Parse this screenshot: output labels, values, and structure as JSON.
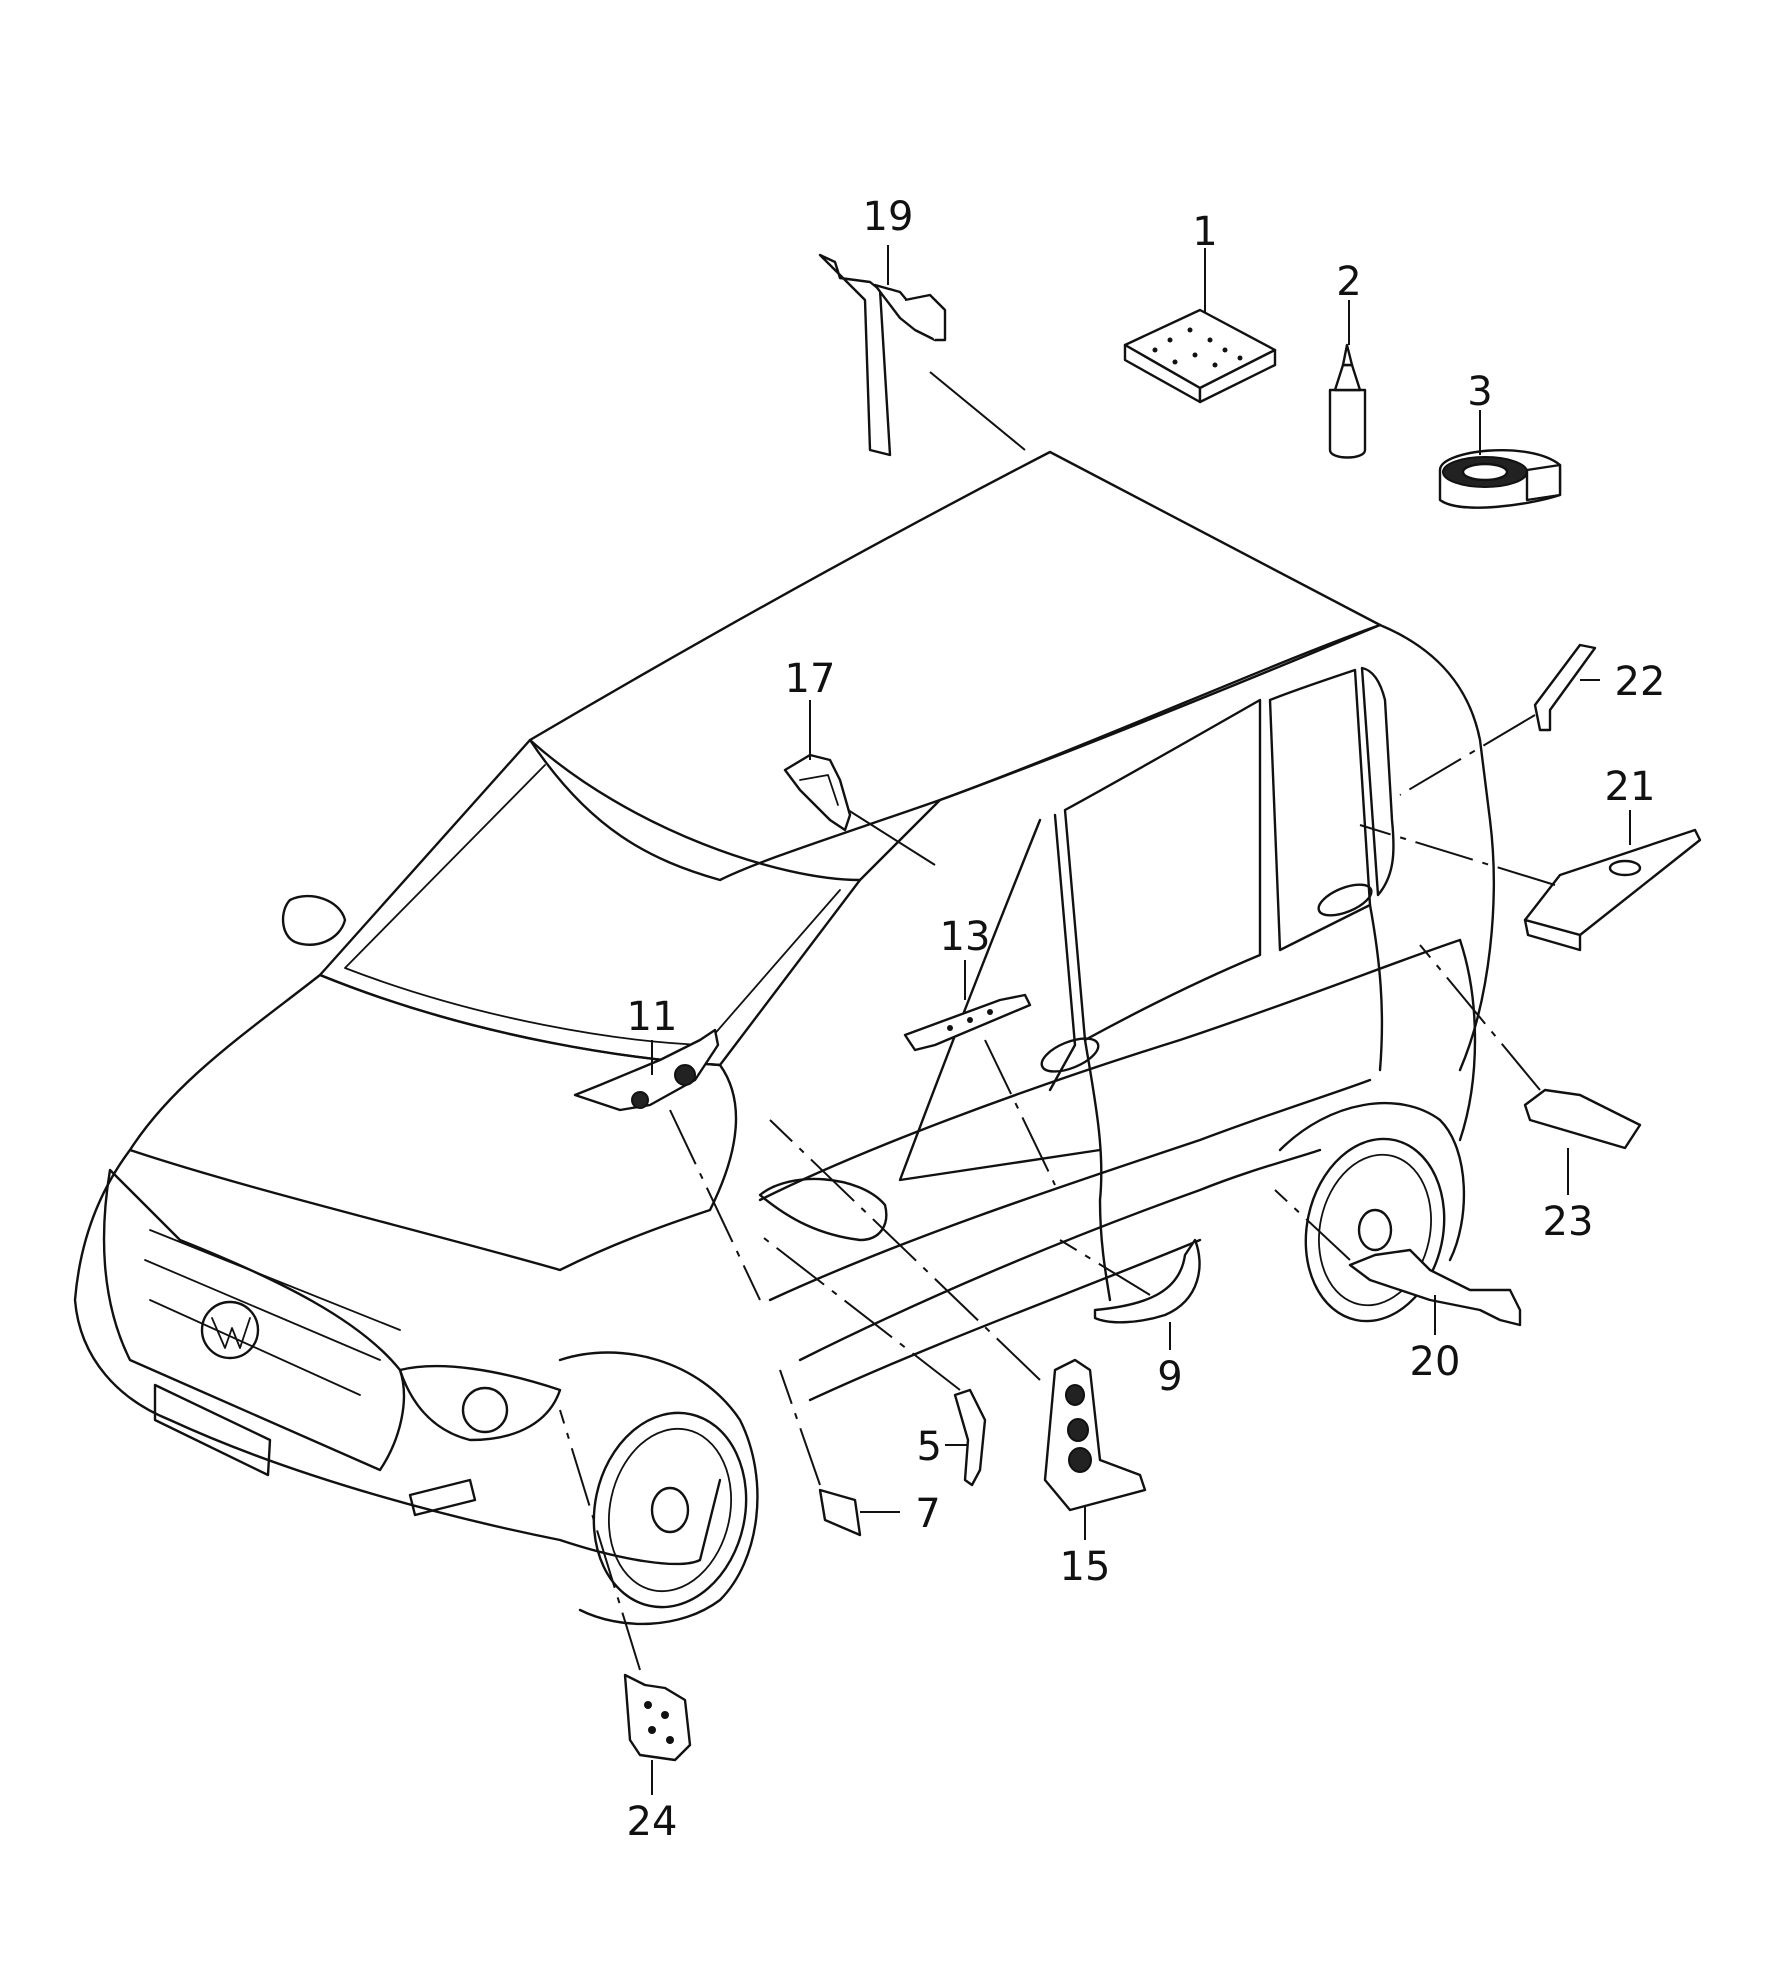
{
  "callouts": [
    {
      "id": "1",
      "label": "1"
    },
    {
      "id": "2",
      "label": "2"
    },
    {
      "id": "3",
      "label": "3"
    },
    {
      "id": "5",
      "label": "5"
    },
    {
      "id": "7",
      "label": "7"
    },
    {
      "id": "9",
      "label": "9"
    },
    {
      "id": "11",
      "label": "11"
    },
    {
      "id": "13",
      "label": "13"
    },
    {
      "id": "15",
      "label": "15"
    },
    {
      "id": "17",
      "label": "17"
    },
    {
      "id": "19",
      "label": "19"
    },
    {
      "id": "20",
      "label": "20"
    },
    {
      "id": "21",
      "label": "21"
    },
    {
      "id": "22",
      "label": "22"
    },
    {
      "id": "23",
      "label": "23"
    },
    {
      "id": "24",
      "label": "24"
    }
  ],
  "icons": {
    "vehicle": "suv-outline-drawing",
    "logo": "vw-logo"
  }
}
